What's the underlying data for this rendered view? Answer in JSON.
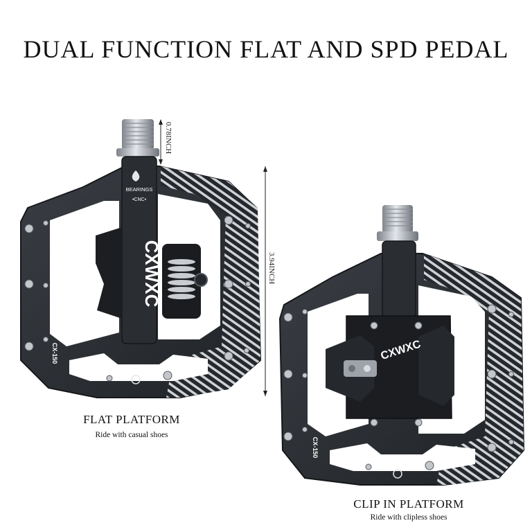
{
  "title": "DUAL FUNCTION FLAT AND SPD PEDAL",
  "left_pedal": {
    "heading": "FLAT PLATFORM",
    "subtitle": "Ride with casual shoes",
    "brand": "CXWXC",
    "model": "CX-150",
    "bearings_label": "BEARINGS",
    "cnc_label": "•CNC•",
    "dimension_axle": "0.78INCH",
    "dimension_height": "3.94INCH"
  },
  "right_pedal": {
    "heading": "CLIP IN PLATFORM",
    "subtitle": "Ride with clipless shoes",
    "brand": "CXWXC",
    "model": "CX-150"
  },
  "colors": {
    "pedal_body": "#2b2e33",
    "pedal_edge": "#16181b",
    "stripe": "#c9ccd1",
    "axle_metal": "#b8bcc2"
  }
}
